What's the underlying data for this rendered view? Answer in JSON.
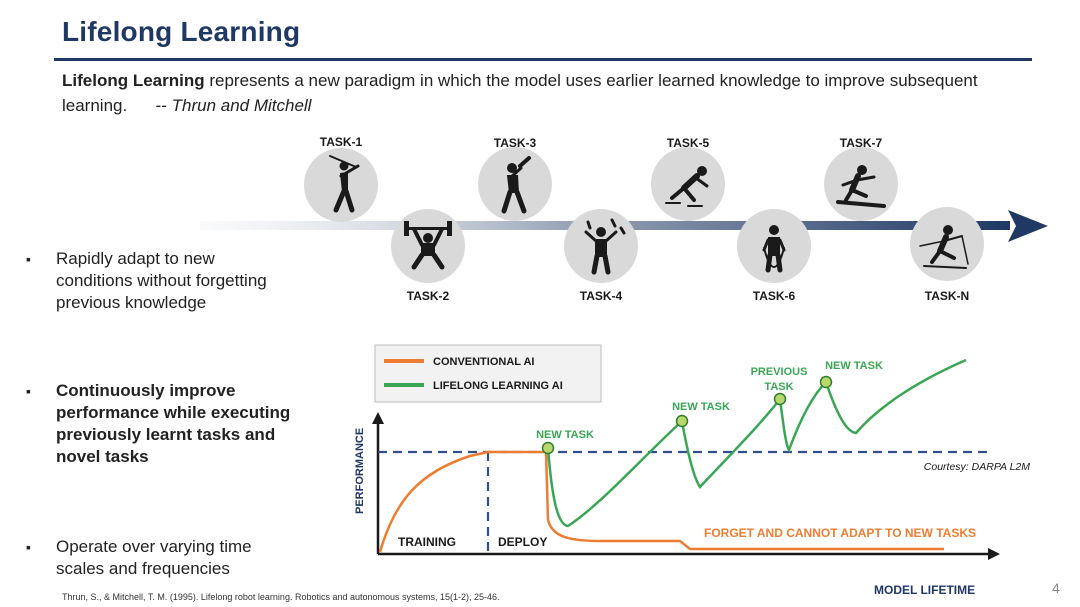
{
  "title": "Lifelong Learning",
  "intro": {
    "bold": "Lifelong Learning",
    "text": " represents a new paradigm in which the model uses earlier learned knowledge to improve subsequent learning.",
    "gap": "      -- ",
    "author": "Thrun and Mitchell"
  },
  "tasks": [
    {
      "label": "TASK-1",
      "icon": "golfer-icon"
    },
    {
      "label": "TASK-2",
      "icon": "weightlifter-icon"
    },
    {
      "label": "TASK-3",
      "icon": "baseball-batter-icon"
    },
    {
      "label": "TASK-4",
      "icon": "juggler-icon"
    },
    {
      "label": "TASK-5",
      "icon": "speed-skater-icon"
    },
    {
      "label": "TASK-6",
      "icon": "jump-rope-icon"
    },
    {
      "label": "TASK-7",
      "icon": "snowboarder-icon"
    },
    {
      "label": "TASK-N",
      "icon": "skier-icon"
    }
  ],
  "bullets": [
    {
      "text": "Rapidly adapt to new conditions without forgetting previous knowledge",
      "bold": false
    },
    {
      "text": "Continuously improve performance while executing previously learnt tasks and novel tasks",
      "bold": true
    },
    {
      "text": "Operate over varying time scales and frequencies",
      "bold": false
    }
  ],
  "chart": {
    "legend": {
      "conventional": "CONVENTIONAL AI",
      "lifelong": "LIFELONG LEARNING AI"
    },
    "ylabel": "PERFORMANCE",
    "xlabel": "MODEL LIFETIME",
    "training": "TRAINING",
    "deploy": "DEPLOY",
    "new_task_1": "NEW TASK",
    "new_task_2": "NEW TASK",
    "previous_task_l1": "PREVIOUS",
    "previous_task_l2": "TASK",
    "new_task_3": "NEW TASK",
    "forget": "FORGET AND CANNOT ADAPT TO NEW TASKS",
    "courtesy": "Courtesy: DARPA L2M"
  },
  "colors": {
    "navy": "#1f3864",
    "orange": "#ed7d31",
    "green": "#3aa655",
    "gray_circle": "#d9d9d9",
    "dashed": "#2f4f8f"
  },
  "citation": "Thrun, S., & Mitchell, T. M. (1995). Lifelong robot learning. Robotics and autonomous systems, 15(1-2), 25-46.",
  "page_number": "4"
}
